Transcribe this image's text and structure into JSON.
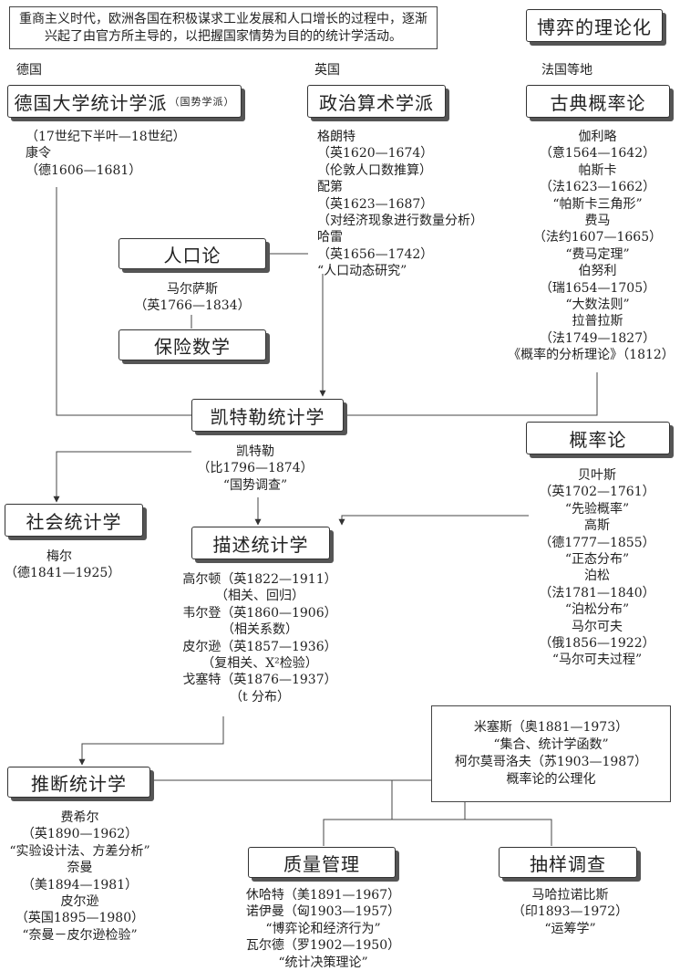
{
  "intro": "重商主义时代，欧洲各国在积极谋求工业发展和人口增长的过程中，逐渐兴起了由官方所主导的，以把握国家情势为目的的统计学活动。",
  "regions": {
    "germany": "德国",
    "britain": "英国",
    "france": "法国等地"
  },
  "boxes": {
    "game_theory": "博弈的理论化",
    "german_school": "德国大学统计学派",
    "german_school_sub": "（国势学派）",
    "political_arithmetic": "政治算术学派",
    "classical_probability": "古典概率论",
    "population": "人口论",
    "actuarial": "保险数学",
    "quetelet": "凯特勒统计学",
    "probability": "概率论",
    "social_statistics": "社会统计学",
    "descriptive": "描述统计学",
    "inferential": "推断统计学",
    "quality": "质量管理",
    "sampling": "抽样调查"
  },
  "german_people": [
    "（17世纪下半叶—18世纪）",
    "康令",
    "（德1606—1681）"
  ],
  "political_people": [
    "格朗特",
    "（英1620—1674）",
    "（伦敦人口数推算）",
    "配第",
    "（英1623—1687）",
    "（对经济现象进行数量分析）",
    "哈雷",
    "（英1656—1742）",
    "“人口动态研究”"
  ],
  "classical_people": [
    "伽利略",
    "（意1564—1642）",
    "帕斯卡",
    "（法1623—1662）",
    "“帕斯卡三角形”",
    "费马",
    "（法约1607—1665）",
    "“费马定理”",
    "伯努利",
    "（瑞1654—1705）",
    "“大数法则”",
    "拉普拉斯",
    "（法1749—1827）",
    "《概率的分析理论》（1812）"
  ],
  "malthus": [
    "马尔萨斯",
    "（英1766—1834）"
  ],
  "quetelet_people": [
    "凯特勒",
    "（比1796—1874）",
    "“国势调查”"
  ],
  "probability_people": [
    "贝叶斯",
    "（英1702—1761）",
    "“先验概率”",
    "高斯",
    "（德1777—1855）",
    "“正态分布”",
    "泊松",
    "（法1781—1840）",
    "“泊松分布”",
    "马尔可夫",
    "（俄1856—1922）",
    "“马尔可夫过程”"
  ],
  "social_people": [
    "梅尔",
    "（德1841—1925）"
  ],
  "descriptive_people": [
    "高尔顿（英1822—1911）",
    "（相关、回归）",
    "韦尔登（英1860—1906）",
    "（相关系数）",
    "皮尔逊（英1857—1936）",
    "（复相关、X²检验）",
    "戈塞特（英1876—1937）",
    "（t 分布）"
  ],
  "note_lines": [
    "米塞斯（奥1881—1973）",
    "“集合、统计学函数”",
    "柯尔莫哥洛夫（苏1903—1987）",
    "概率论的公理化"
  ],
  "inferential_people": [
    "费希尔",
    "（英1890—1962）",
    "“实验设计法、方差分析”",
    "奈曼",
    "（美1894—1981）",
    "皮尔逊",
    "（英国1895—1980）",
    "“奈曼－皮尔逊检验”"
  ],
  "quality_people": [
    "休哈特（美1891—1967）",
    "诺伊曼（匈1903—1957）",
    "“博弈论和经济行为”",
    "瓦尔德（罗1902—1950）",
    "“统计决策理论”"
  ],
  "sampling_people": [
    "马哈拉诺比斯",
    "（印1893—1972）",
    "“运筹学”"
  ]
}
